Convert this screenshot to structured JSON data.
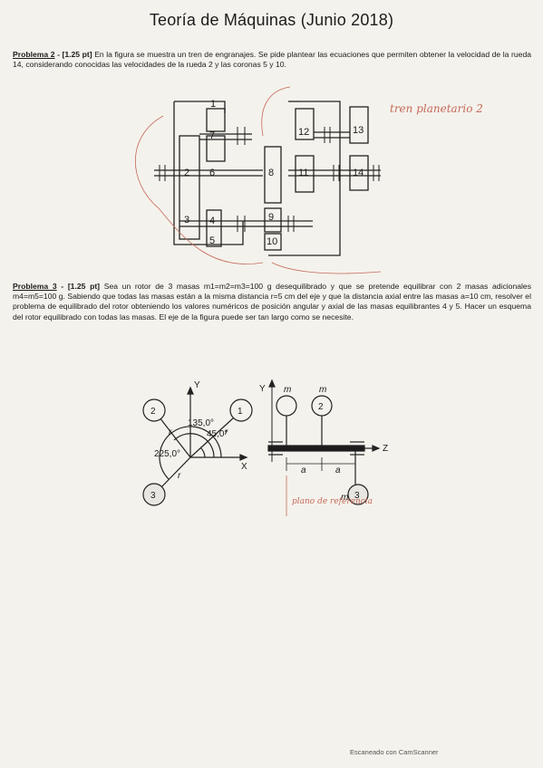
{
  "title": "Teoría de Máquinas (Junio 2018)",
  "problem2": {
    "head": "Problema 2",
    "points": "[1.25 pt]",
    "text": "En la figura se muestra un tren de engranajes. Se pide plantear las ecuaciones que permiten obtener la velocidad de la rueda 14, considerando conocidas las velocidades de la rueda 2 y las coronas 5 y 10."
  },
  "gear_labels": [
    "1",
    "2",
    "3",
    "4",
    "5",
    "6",
    "7",
    "8",
    "9",
    "10",
    "11",
    "12",
    "13",
    "14"
  ],
  "gear_train_note": "tren planetario 2",
  "problem3": {
    "head": "Problema 3",
    "points": "[1.25 pt]",
    "text": "Sea un rotor de 3 masas m1=m2=m3=100 g desequilibrado y que se pretende equilibrar con 2 masas adicionales m4=m5=100 g. Sabiendo que todas las masas están a la misma distancia r=5 cm del eje y que la distancia axial entre las masas a=10 cm, resolver el problema de equilibrado del rotor obteniendo los valores numéricos de posición angular y axial de las masas equilibrantes 4 y 5. Hacer un esquema del rotor equilibrado con todas las masas. El eje de la figura puede ser tan largo como se necesite."
  },
  "rotor_fig": {
    "angles": [
      "135,0°",
      "45,0°",
      "225,0°"
    ],
    "axis_y": "Y",
    "axis_x": "X",
    "axis_z": "Z",
    "mass_labels": [
      "1",
      "2",
      "3"
    ],
    "r_label": "r",
    "m_label": "m",
    "a_label": "a",
    "plane_note": "plano de referencia"
  },
  "footer": "Escaneado con CamScanner"
}
